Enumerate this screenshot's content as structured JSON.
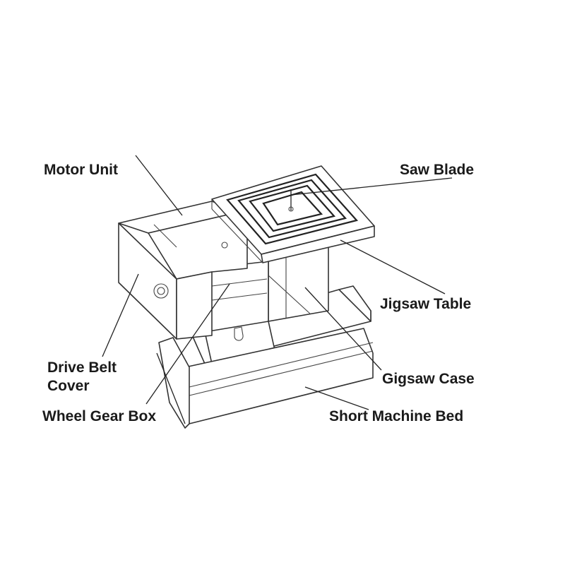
{
  "labels": {
    "motor_unit": "Motor Unit",
    "saw_blade": "Saw Blade",
    "jigsaw_table": "Jigsaw Table",
    "drive_belt_cover_1": "Drive Belt",
    "drive_belt_cover_2": "Cover",
    "gigsaw_case": "Gigsaw Case",
    "wheel_gear_box": "Wheel Gear Box",
    "short_machine_bed": "Short Machine Bed"
  }
}
